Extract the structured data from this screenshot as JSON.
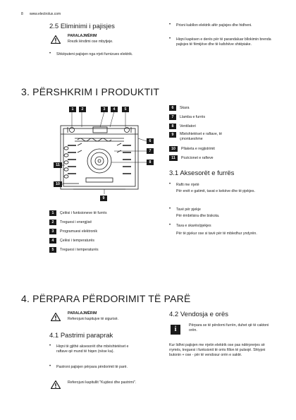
{
  "header": {
    "page_number": "8",
    "site": "www.electrolux.com"
  },
  "sec25": {
    "title": "2.5 Eliminimi i pajisjes",
    "warning_title": "PARALAJMËRIM",
    "warning_text": "Rrezik lëndimi ose mbytjeje.",
    "bullets": [
      "Shkëputeni pajisjen nga rrjeti furnizues elektrik.",
      "Prisni kabllon elektrik afër pajisjes dhe hidheni.",
      "Hiqni kapësen e derës për të parandaluar bllokimin brenda pajisjes të fëmijëve dhe të kafshëve shtëpiake."
    ]
  },
  "sec3": {
    "title": "3. PËRSHKRIM I PRODUKTIT",
    "callout_numbers": [
      "1",
      "2",
      "3",
      "4",
      "5",
      "6",
      "7",
      "8",
      "9",
      "10",
      "11"
    ],
    "legend_left": [
      {
        "num": "1",
        "text": "Çelësi i funksioneve të furrës"
      },
      {
        "num": "2",
        "text": "Treguesi i energjisë"
      },
      {
        "num": "3",
        "text": "Programuesi elektronik"
      },
      {
        "num": "4",
        "text": "Çelësi i temperaturës"
      },
      {
        "num": "5",
        "text": "Treguesi i temperaturës"
      }
    ],
    "legend_right": [
      {
        "num": "6",
        "text": "Skara"
      },
      {
        "num": "7",
        "text": "Llamba e furrës"
      },
      {
        "num": "8",
        "text": "Ventilatori"
      },
      {
        "num": "9",
        "text": "Mbështetëset e raftave, të çmontueshme"
      },
      {
        "num": "10",
        "text": "Pllaketa e regjistrimit"
      },
      {
        "num": "11",
        "text": "Pozicionet e rafteve"
      }
    ]
  },
  "sec31": {
    "title": "3.1 Aksesorët e furrës",
    "items": [
      {
        "title": "Rafti me rrjetë",
        "text": "Për enët e gatimit, tavat e kekëve dhe të pjekjes."
      },
      {
        "title": "Tavë për pjekje",
        "text": "Për ëmbëlsira dhe biskota."
      },
      {
        "title": "Tava e skarës/pjekjes",
        "text": "Për të pjekur ose si tavë për të mbledhur yndyrën."
      }
    ]
  },
  "sec4": {
    "title": "4. PËRPARA PËRDORIMIT TË PARË",
    "warning_title": "PARALAJMËRIM",
    "warning_text": "Referojuni kapitujve të sigurisë.",
    "sub41": {
      "title": "4.1 Pastrimi paraprak",
      "bullets": [
        "Hiqni të gjithë aksesorët dhe mbështetëset e raftave që mund të hiqen (nëse ka).",
        "Pastroni pajisjen përpara përdorimit të parë."
      ],
      "note": "Referojuni kapitullit \"Kujdesi dhe pastrimi\"."
    },
    "sub42": {
      "title": "4.2 Vendosja e orës",
      "info": "Përpara se të përdorni furrën, duhet që të caktoni orën.",
      "text": "Kur lidhni pajisjen me rrjetin elektrik ose pas ndërprerjes së rrymës, treguesi i funksionit të orës fillon të pulsojë. Shtypni butonin + ose - për të vendosur orën e saktë."
    }
  }
}
